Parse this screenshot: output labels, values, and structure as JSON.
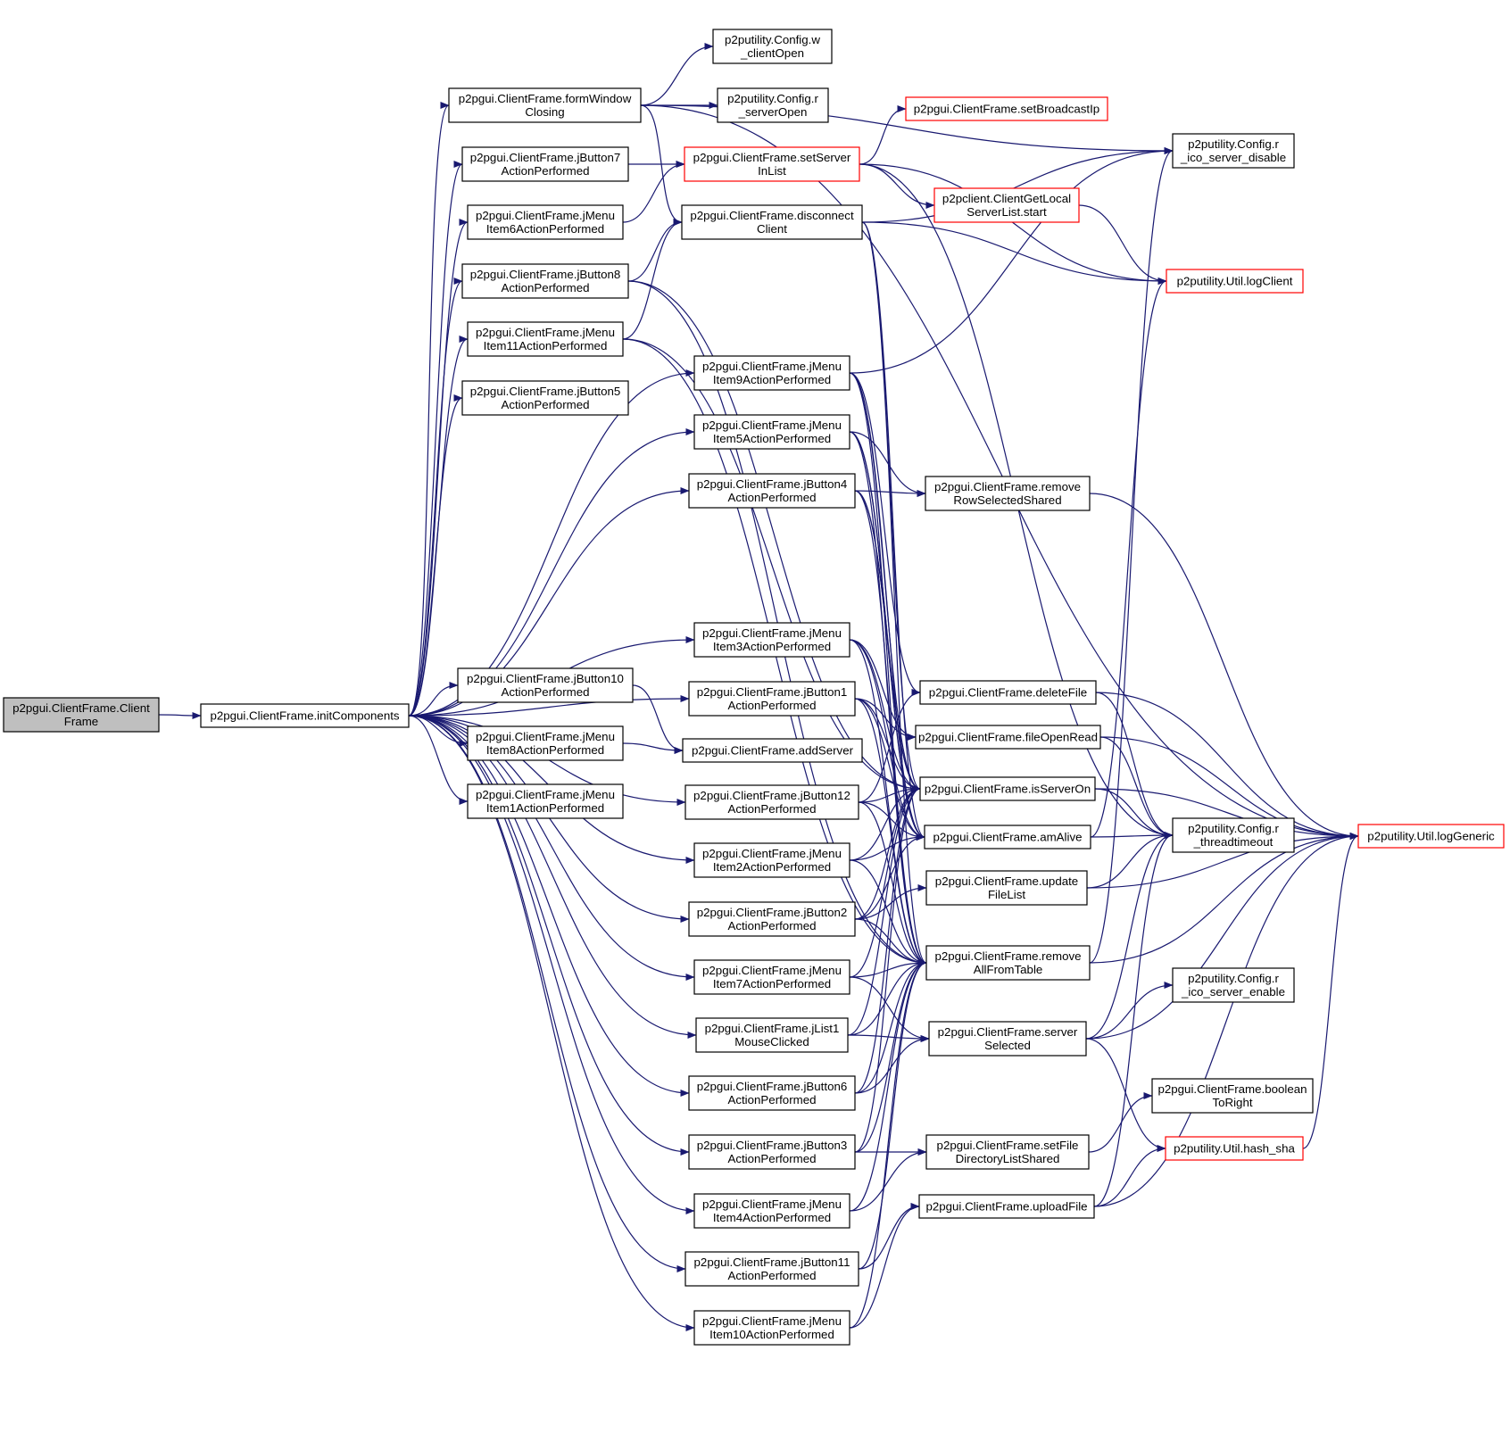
{
  "colors": {
    "edge": "#191970",
    "node_border": "#000000",
    "node_border_truncated": "#ff0000",
    "root_fill": "#bfbfbf",
    "node_fill": "#ffffff"
  },
  "nodes": [
    {
      "id": "clientframe",
      "lines": [
        "p2pgui.ClientFrame.Client",
        "Frame"
      ],
      "style": "root"
    },
    {
      "id": "initcomponents",
      "lines": [
        "p2pgui.ClientFrame.initComponents"
      ]
    },
    {
      "id": "formwindowclosing",
      "lines": [
        "p2pgui.ClientFrame.formWindow",
        "Closing"
      ]
    },
    {
      "id": "jbutton7",
      "lines": [
        "p2pgui.ClientFrame.jButton7",
        "ActionPerformed"
      ]
    },
    {
      "id": "jmenuitem6",
      "lines": [
        "p2pgui.ClientFrame.jMenu",
        "Item6ActionPerformed"
      ]
    },
    {
      "id": "jbutton8",
      "lines": [
        "p2pgui.ClientFrame.jButton8",
        "ActionPerformed"
      ]
    },
    {
      "id": "jmenuitem11",
      "lines": [
        "p2pgui.ClientFrame.jMenu",
        "Item11ActionPerformed"
      ]
    },
    {
      "id": "jbutton5",
      "lines": [
        "p2pgui.ClientFrame.jButton5",
        "ActionPerformed"
      ]
    },
    {
      "id": "jbutton10",
      "lines": [
        "p2pgui.ClientFrame.jButton10",
        "ActionPerformed"
      ]
    },
    {
      "id": "jmenuitem8",
      "lines": [
        "p2pgui.ClientFrame.jMenu",
        "Item8ActionPerformed"
      ]
    },
    {
      "id": "jmenuitem1",
      "lines": [
        "p2pgui.ClientFrame.jMenu",
        "Item1ActionPerformed"
      ]
    },
    {
      "id": "config_w_clientopen",
      "lines": [
        "p2putility.Config.w",
        "_clientOpen"
      ]
    },
    {
      "id": "config_r_serveropen",
      "lines": [
        "p2putility.Config.r",
        "_serverOpen"
      ]
    },
    {
      "id": "setserverinlist",
      "lines": [
        "p2pgui.ClientFrame.setServer",
        "InList"
      ],
      "style": "red"
    },
    {
      "id": "disconnectclient",
      "lines": [
        "p2pgui.ClientFrame.disconnect",
        "Client"
      ]
    },
    {
      "id": "jmenuitem9",
      "lines": [
        "p2pgui.ClientFrame.jMenu",
        "Item9ActionPerformed"
      ]
    },
    {
      "id": "jmenuitem5",
      "lines": [
        "p2pgui.ClientFrame.jMenu",
        "Item5ActionPerformed"
      ]
    },
    {
      "id": "jbutton4",
      "lines": [
        "p2pgui.ClientFrame.jButton4",
        "ActionPerformed"
      ]
    },
    {
      "id": "jmenuitem3",
      "lines": [
        "p2pgui.ClientFrame.jMenu",
        "Item3ActionPerformed"
      ]
    },
    {
      "id": "jbutton1",
      "lines": [
        "p2pgui.ClientFrame.jButton1",
        "ActionPerformed"
      ]
    },
    {
      "id": "addserver",
      "lines": [
        "p2pgui.ClientFrame.addServer"
      ]
    },
    {
      "id": "jbutton12",
      "lines": [
        "p2pgui.ClientFrame.jButton12",
        "ActionPerformed"
      ]
    },
    {
      "id": "jmenuitem2",
      "lines": [
        "p2pgui.ClientFrame.jMenu",
        "Item2ActionPerformed"
      ]
    },
    {
      "id": "jbutton2",
      "lines": [
        "p2pgui.ClientFrame.jButton2",
        "ActionPerformed"
      ]
    },
    {
      "id": "jmenuitem7",
      "lines": [
        "p2pgui.ClientFrame.jMenu",
        "Item7ActionPerformed"
      ]
    },
    {
      "id": "jlist1",
      "lines": [
        "p2pgui.ClientFrame.jList1",
        "MouseClicked"
      ]
    },
    {
      "id": "jbutton6",
      "lines": [
        "p2pgui.ClientFrame.jButton6",
        "ActionPerformed"
      ]
    },
    {
      "id": "jbutton3",
      "lines": [
        "p2pgui.ClientFrame.jButton3",
        "ActionPerformed"
      ]
    },
    {
      "id": "jmenuitem4",
      "lines": [
        "p2pgui.ClientFrame.jMenu",
        "Item4ActionPerformed"
      ]
    },
    {
      "id": "jbutton11",
      "lines": [
        "p2pgui.ClientFrame.jButton11",
        "ActionPerformed"
      ]
    },
    {
      "id": "jmenuitem10",
      "lines": [
        "p2pgui.ClientFrame.jMenu",
        "Item10ActionPerformed"
      ]
    },
    {
      "id": "setbroadcastip",
      "lines": [
        "p2pgui.ClientFrame.setBroadcastIp"
      ],
      "style": "red"
    },
    {
      "id": "clientgetlocalserverlist",
      "lines": [
        "p2pclient.ClientGetLocal",
        "ServerList.start"
      ],
      "style": "red"
    },
    {
      "id": "removerowselectedshared",
      "lines": [
        "p2pgui.ClientFrame.remove",
        "RowSelectedShared"
      ]
    },
    {
      "id": "deletefile",
      "lines": [
        "p2pgui.ClientFrame.deleteFile"
      ]
    },
    {
      "id": "fileopenread",
      "lines": [
        "p2pgui.ClientFrame.fileOpenRead"
      ]
    },
    {
      "id": "isserveron",
      "lines": [
        "p2pgui.ClientFrame.isServerOn"
      ]
    },
    {
      "id": "amalive",
      "lines": [
        "p2pgui.ClientFrame.amAlive"
      ]
    },
    {
      "id": "updatefilelist",
      "lines": [
        "p2pgui.ClientFrame.update",
        "FileList"
      ]
    },
    {
      "id": "removeallfromtable",
      "lines": [
        "p2pgui.ClientFrame.remove",
        "AllFromTable"
      ]
    },
    {
      "id": "serverselected",
      "lines": [
        "p2pgui.ClientFrame.server",
        "Selected"
      ]
    },
    {
      "id": "setfiledirectorylistshared",
      "lines": [
        "p2pgui.ClientFrame.setFile",
        "DirectoryListShared"
      ]
    },
    {
      "id": "uploadfile",
      "lines": [
        "p2pgui.ClientFrame.uploadFile"
      ]
    },
    {
      "id": "config_r_ico_server_disable",
      "lines": [
        "p2putility.Config.r",
        "_ico_server_disable"
      ]
    },
    {
      "id": "util_logclient",
      "lines": [
        "p2putility.Util.logClient"
      ],
      "style": "red"
    },
    {
      "id": "config_r_threadtimeout",
      "lines": [
        "p2putility.Config.r",
        "_threadtimeout"
      ]
    },
    {
      "id": "config_r_ico_server_enable",
      "lines": [
        "p2putility.Config.r",
        "_ico_server_enable"
      ]
    },
    {
      "id": "booleantoright",
      "lines": [
        "p2pgui.ClientFrame.boolean",
        "ToRight"
      ]
    },
    {
      "id": "util_hash_sha",
      "lines": [
        "p2putility.Util.hash_sha"
      ],
      "style": "red"
    },
    {
      "id": "util_loggeneric",
      "lines": [
        "p2putility.Util.logGeneric"
      ],
      "style": "red"
    }
  ],
  "edges": [
    [
      "clientframe",
      "initcomponents"
    ],
    [
      "initcomponents",
      "formwindowclosing"
    ],
    [
      "initcomponents",
      "jbutton7"
    ],
    [
      "initcomponents",
      "jmenuitem6"
    ],
    [
      "initcomponents",
      "jbutton8"
    ],
    [
      "initcomponents",
      "jmenuitem11"
    ],
    [
      "initcomponents",
      "jbutton5"
    ],
    [
      "initcomponents",
      "jmenuitem9"
    ],
    [
      "initcomponents",
      "jmenuitem5"
    ],
    [
      "initcomponents",
      "jbutton4"
    ],
    [
      "initcomponents",
      "jmenuitem3"
    ],
    [
      "initcomponents",
      "jbutton1"
    ],
    [
      "initcomponents",
      "jbutton10"
    ],
    [
      "initcomponents",
      "jmenuitem8"
    ],
    [
      "initcomponents",
      "jmenuitem1"
    ],
    [
      "initcomponents",
      "jbutton12"
    ],
    [
      "initcomponents",
      "jmenuitem2"
    ],
    [
      "initcomponents",
      "jbutton2"
    ],
    [
      "initcomponents",
      "jmenuitem7"
    ],
    [
      "initcomponents",
      "jlist1"
    ],
    [
      "initcomponents",
      "jbutton6"
    ],
    [
      "initcomponents",
      "jbutton3"
    ],
    [
      "initcomponents",
      "jmenuitem4"
    ],
    [
      "initcomponents",
      "jbutton11"
    ],
    [
      "initcomponents",
      "jmenuitem10"
    ],
    [
      "formwindowclosing",
      "config_w_clientopen"
    ],
    [
      "formwindowclosing",
      "config_r_serveropen"
    ],
    [
      "formwindowclosing",
      "disconnectclient"
    ],
    [
      "formwindowclosing",
      "config_r_ico_server_disable"
    ],
    [
      "formwindowclosing",
      "util_loggeneric"
    ],
    [
      "jbutton7",
      "setserverinlist"
    ],
    [
      "jmenuitem6",
      "setserverinlist"
    ],
    [
      "jbutton8",
      "disconnectclient"
    ],
    [
      "jbutton8",
      "isserveron"
    ],
    [
      "jbutton8",
      "removeallfromtable"
    ],
    [
      "jmenuitem11",
      "disconnectclient"
    ],
    [
      "jmenuitem11",
      "isserveron"
    ],
    [
      "jmenuitem11",
      "removeallfromtable"
    ],
    [
      "jbutton10",
      "addserver"
    ],
    [
      "jmenuitem8",
      "addserver"
    ],
    [
      "setserverinlist",
      "setbroadcastip"
    ],
    [
      "setserverinlist",
      "clientgetlocalserverlist"
    ],
    [
      "setserverinlist",
      "util_logclient"
    ],
    [
      "setserverinlist",
      "config_r_threadtimeout"
    ],
    [
      "disconnectclient",
      "config_r_ico_server_disable"
    ],
    [
      "disconnectclient",
      "util_logclient"
    ],
    [
      "disconnectclient",
      "isserveron"
    ],
    [
      "disconnectclient",
      "amalive"
    ],
    [
      "disconnectclient",
      "removeallfromtable"
    ],
    [
      "clientgetlocalserverlist",
      "util_logclient"
    ],
    [
      "jmenuitem9",
      "deletefile"
    ],
    [
      "jmenuitem9",
      "config_r_ico_server_disable"
    ],
    [
      "jmenuitem9",
      "isserveron"
    ],
    [
      "jmenuitem9",
      "amalive"
    ],
    [
      "jmenuitem9",
      "removeallfromtable"
    ],
    [
      "jmenuitem5",
      "removerowselectedshared"
    ],
    [
      "jmenuitem5",
      "isserveron"
    ],
    [
      "jmenuitem5",
      "amalive"
    ],
    [
      "jmenuitem5",
      "removeallfromtable"
    ],
    [
      "jbutton4",
      "removerowselectedshared"
    ],
    [
      "jbutton4",
      "isserveron"
    ],
    [
      "jbutton4",
      "amalive"
    ],
    [
      "jbutton4",
      "removeallfromtable"
    ],
    [
      "removerowselectedshared",
      "util_loggeneric"
    ],
    [
      "jmenuitem3",
      "fileopenread"
    ],
    [
      "jmenuitem3",
      "isserveron"
    ],
    [
      "jmenuitem3",
      "amalive"
    ],
    [
      "jmenuitem3",
      "removeallfromtable"
    ],
    [
      "jbutton1",
      "fileopenread"
    ],
    [
      "jbutton1",
      "isserveron"
    ],
    [
      "jbutton1",
      "amalive"
    ],
    [
      "jbutton1",
      "removeallfromtable"
    ],
    [
      "jbutton12",
      "deletefile"
    ],
    [
      "jbutton12",
      "isserveron"
    ],
    [
      "jbutton12",
      "amalive"
    ],
    [
      "jbutton12",
      "removeallfromtable"
    ],
    [
      "jmenuitem2",
      "isserveron"
    ],
    [
      "jmenuitem2",
      "amalive"
    ],
    [
      "jmenuitem2",
      "removeallfromtable"
    ],
    [
      "jbutton2",
      "updatefilelist"
    ],
    [
      "jbutton2",
      "isserveron"
    ],
    [
      "jbutton2",
      "amalive"
    ],
    [
      "jbutton2",
      "removeallfromtable"
    ],
    [
      "jmenuitem7",
      "isserveron"
    ],
    [
      "jmenuitem7",
      "removeallfromtable"
    ],
    [
      "jmenuitem7",
      "serverselected"
    ],
    [
      "jlist1",
      "isserveron"
    ],
    [
      "jlist1",
      "serverselected"
    ],
    [
      "jlist1",
      "removeallfromtable"
    ],
    [
      "jbutton6",
      "isserveron"
    ],
    [
      "jbutton6",
      "serverselected"
    ],
    [
      "jbutton6",
      "removeallfromtable"
    ],
    [
      "jbutton3",
      "isserveron"
    ],
    [
      "jbutton3",
      "setfiledirectorylistshared"
    ],
    [
      "jbutton3",
      "removeallfromtable"
    ],
    [
      "jmenuitem4",
      "setfiledirectorylistshared"
    ],
    [
      "jmenuitem4",
      "removeallfromtable"
    ],
    [
      "jbutton11",
      "uploadfile"
    ],
    [
      "jbutton11",
      "removeallfromtable"
    ],
    [
      "jmenuitem10",
      "uploadfile"
    ],
    [
      "jmenuitem10",
      "removeallfromtable"
    ],
    [
      "deletefile",
      "config_r_threadtimeout"
    ],
    [
      "deletefile",
      "util_loggeneric"
    ],
    [
      "fileopenread",
      "config_r_threadtimeout"
    ],
    [
      "fileopenread",
      "util_loggeneric"
    ],
    [
      "isserveron",
      "config_r_threadtimeout"
    ],
    [
      "isserveron",
      "util_loggeneric"
    ],
    [
      "amalive",
      "config_r_threadtimeout"
    ],
    [
      "amalive",
      "util_logclient"
    ],
    [
      "updatefilelist",
      "config_r_threadtimeout"
    ],
    [
      "updatefilelist",
      "util_loggeneric"
    ],
    [
      "removeallfromtable",
      "util_loggeneric"
    ],
    [
      "removeallfromtable",
      "config_r_ico_server_disable"
    ],
    [
      "serverselected",
      "config_r_ico_server_enable"
    ],
    [
      "serverselected",
      "config_r_threadtimeout"
    ],
    [
      "serverselected",
      "util_hash_sha"
    ],
    [
      "serverselected",
      "util_loggeneric"
    ],
    [
      "setfiledirectorylistshared",
      "booleantoright"
    ],
    [
      "uploadfile",
      "util_hash_sha"
    ],
    [
      "uploadfile",
      "config_r_threadtimeout"
    ],
    [
      "uploadfile",
      "util_loggeneric"
    ],
    [
      "util_hash_sha",
      "util_loggeneric"
    ]
  ]
}
